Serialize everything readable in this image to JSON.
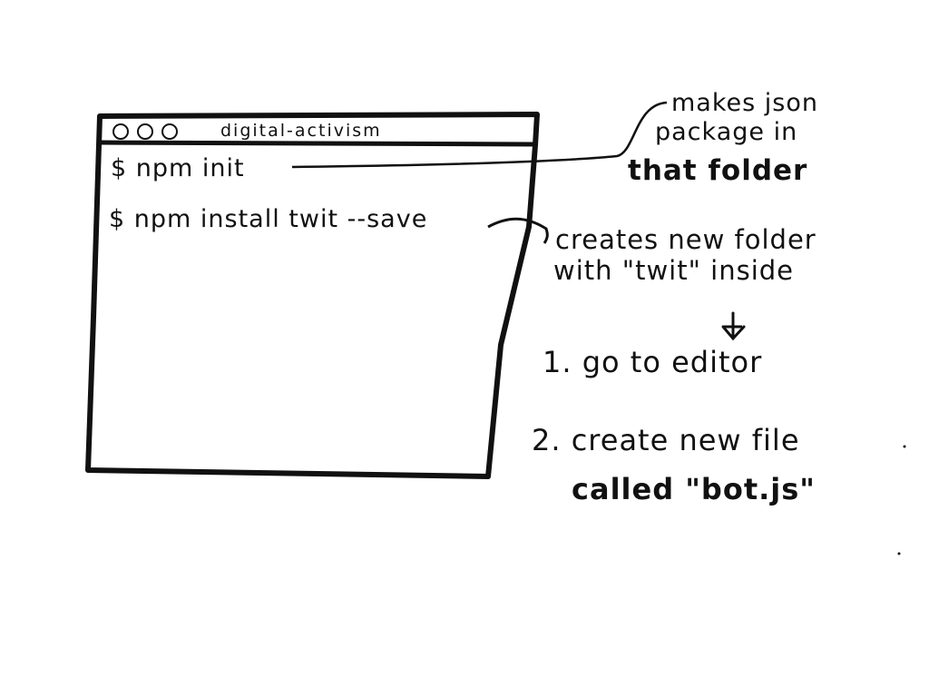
{
  "window": {
    "title": "digital-activism",
    "traffic_lights": [
      "circle-icon",
      "circle-icon",
      "circle-icon"
    ]
  },
  "terminal": {
    "lines": [
      "$ npm init",
      "$ npm install twit --save"
    ]
  },
  "annotations": {
    "init_note": [
      "makes json",
      "package in",
      "that folder"
    ],
    "install_note": [
      "creates new folder",
      "with \"twit\" inside"
    ],
    "step1": "1. go to editor",
    "step2_line1": "2. create new file",
    "step2_line2": "called \"bot.js\""
  },
  "colors": {
    "ink": "#111111",
    "paper": "#ffffff"
  }
}
